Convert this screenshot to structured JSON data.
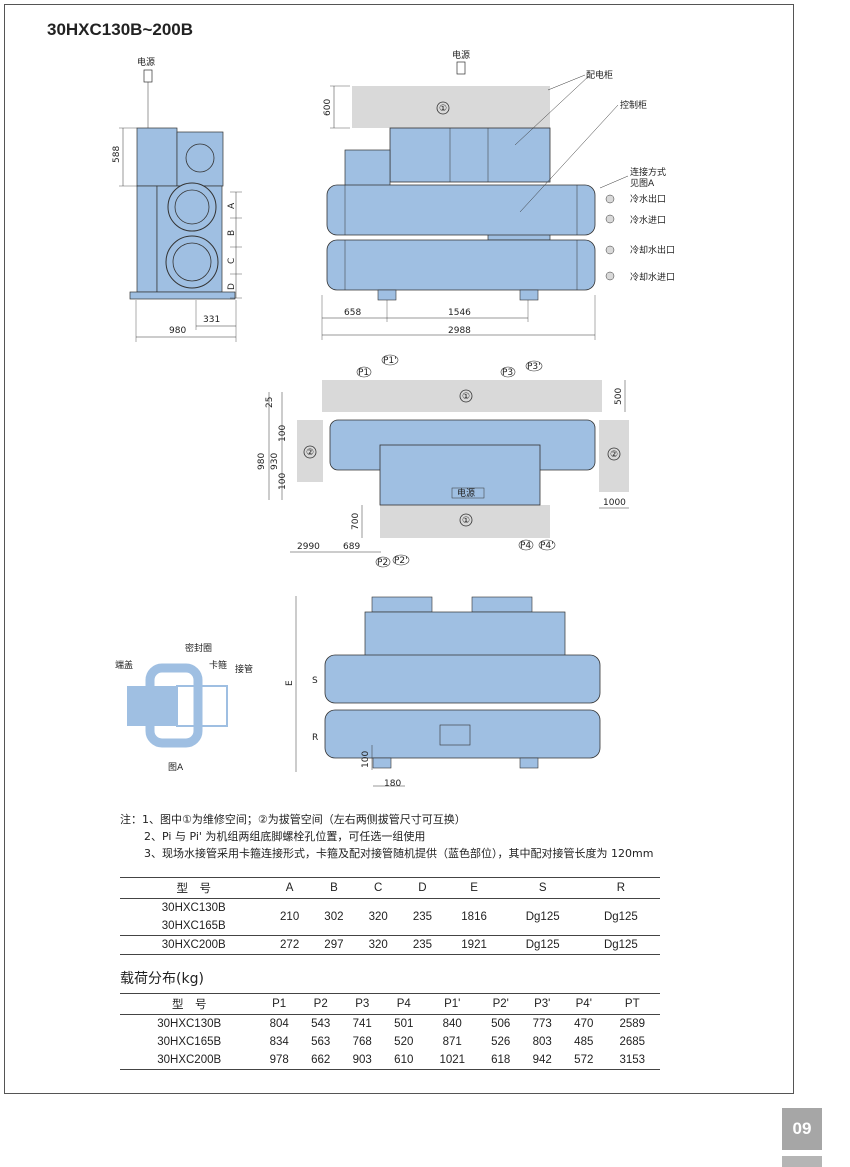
{
  "title": "30HXC130B~200B",
  "labels": {
    "power": "电源",
    "dist_cabinet": "配电柜",
    "control_cabinet": "控制柜",
    "connect_method": "连接方式",
    "see_fig_a": "见图A",
    "chilled_out": "冷水出口",
    "chilled_in": "冷水进口",
    "cooling_out": "冷却水出口",
    "cooling_in": "冷却水进口",
    "end_cap": "端盖",
    "seal_ring": "密封圈",
    "clamp": "卡箍",
    "pipe": "接管",
    "fig_a": "图A",
    "circle1": "①",
    "circle2": "②",
    "p1": "P1",
    "p1p": "P1'",
    "p2": "P2",
    "p2p": "P2'",
    "p3": "P3",
    "p3p": "P3'",
    "p4": "P4",
    "p4p": "P4'",
    "A": "A",
    "B": "B",
    "C": "C",
    "D": "D",
    "E": "E",
    "S": "S",
    "R": "R"
  },
  "dims": {
    "d588": "588",
    "d600": "600",
    "d980": "980",
    "d331": "331",
    "d658": "658",
    "d1546": "1546",
    "d2988": "2988",
    "d25": "25",
    "d100": "100",
    "d930": "930",
    "d500": "500",
    "d1000": "1000",
    "d700": "700",
    "d2990": "2990",
    "d689": "689",
    "d180": "180"
  },
  "notes": [
    "注：1、图中①为维修空间；②为拔管空间（左右两侧拔管尺寸可互换）",
    "2、Pi 与 Pi' 为机组两组底脚螺栓孔位置，可任选一组使用",
    "3、现场水接管采用卡箍连接形式，卡箍及配对接管随机提供（蓝色部位），其中配对接管长度为 120mm"
  ],
  "dim_table": {
    "headers": [
      "型　号",
      "A",
      "B",
      "C",
      "D",
      "E",
      "S",
      "R"
    ],
    "group1_models": [
      "30HXC130B",
      "30HXC165B"
    ],
    "group1_values": [
      "210",
      "302",
      "320",
      "235",
      "1816",
      "Dg125",
      "Dg125"
    ],
    "row2": [
      "30HXC200B",
      "272",
      "297",
      "320",
      "235",
      "1921",
      "Dg125",
      "Dg125"
    ]
  },
  "load_title": "载荷分布(kg)",
  "load_table": {
    "headers": [
      "型　号",
      "P1",
      "P2",
      "P3",
      "P4",
      "P1'",
      "P2'",
      "P3'",
      "P4'",
      "PT"
    ],
    "rows": [
      [
        "30HXC130B",
        "804",
        "543",
        "741",
        "501",
        "840",
        "506",
        "773",
        "470",
        "2589"
      ],
      [
        "30HXC165B",
        "834",
        "563",
        "768",
        "520",
        "871",
        "526",
        "803",
        "485",
        "2685"
      ],
      [
        "30HXC200B",
        "978",
        "662",
        "903",
        "610",
        "1021",
        "618",
        "942",
        "572",
        "3153"
      ]
    ]
  },
  "page_number": "09",
  "colors": {
    "machine": "#9fbfe2",
    "space": "#d9d9d9",
    "line": "#333333"
  }
}
